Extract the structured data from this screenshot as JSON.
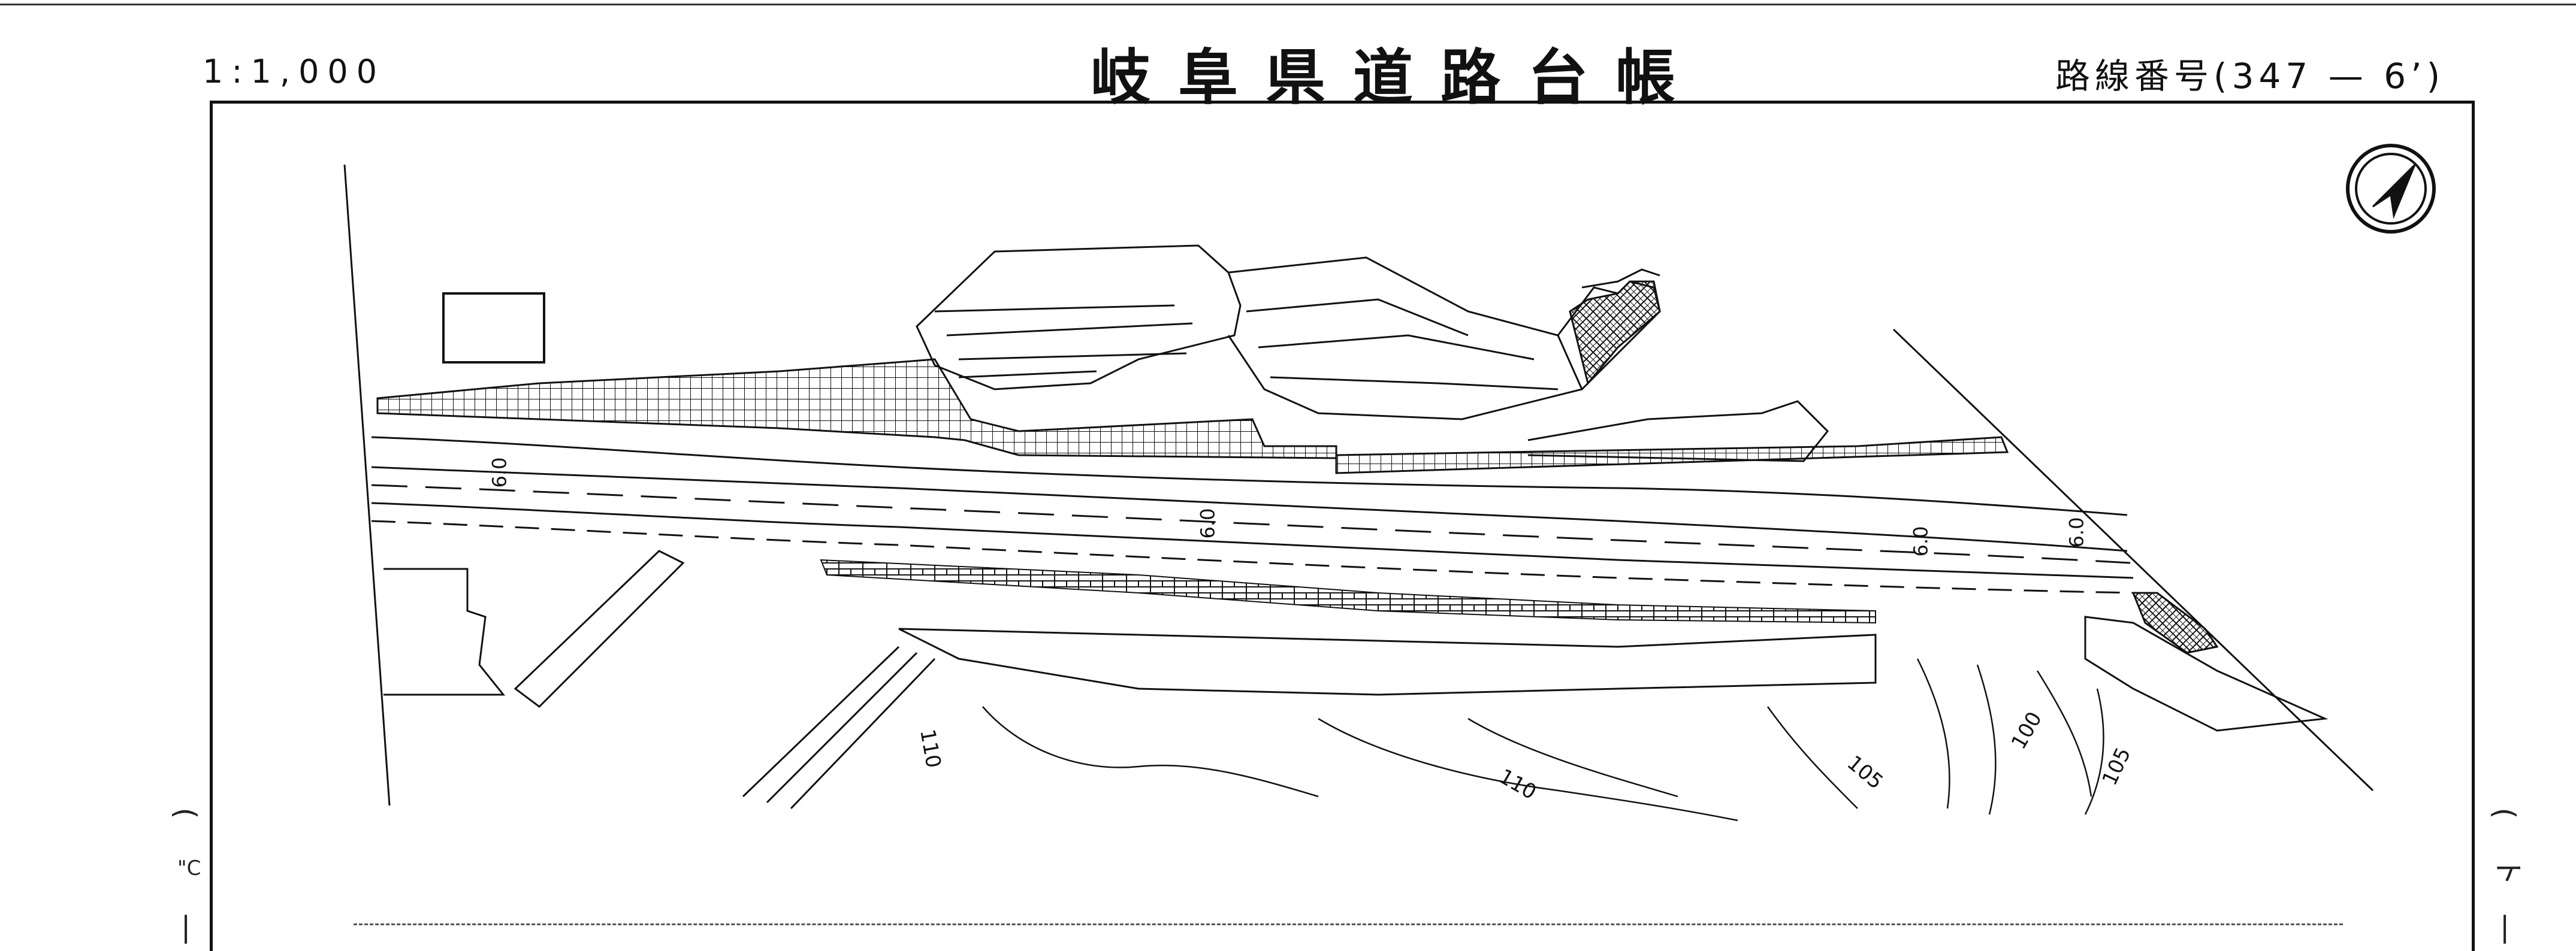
{
  "header": {
    "scale": "1:1,000",
    "title": "岐阜県道路台帳",
    "route_number": "路線番号(347 — 6’)"
  },
  "map": {
    "contour_labels": [
      "110",
      "110",
      "105",
      "100",
      "105"
    ],
    "road_width_labels": [
      "6.0",
      "6.0",
      "6.0",
      "6.0"
    ],
    "north_arrow_icon": "north-arrow-icon"
  },
  "margins": {
    "left_marks": [
      "(",
      "\"C",
      "|"
    ],
    "right_marks": [
      "(",
      "ト",
      "|"
    ]
  }
}
